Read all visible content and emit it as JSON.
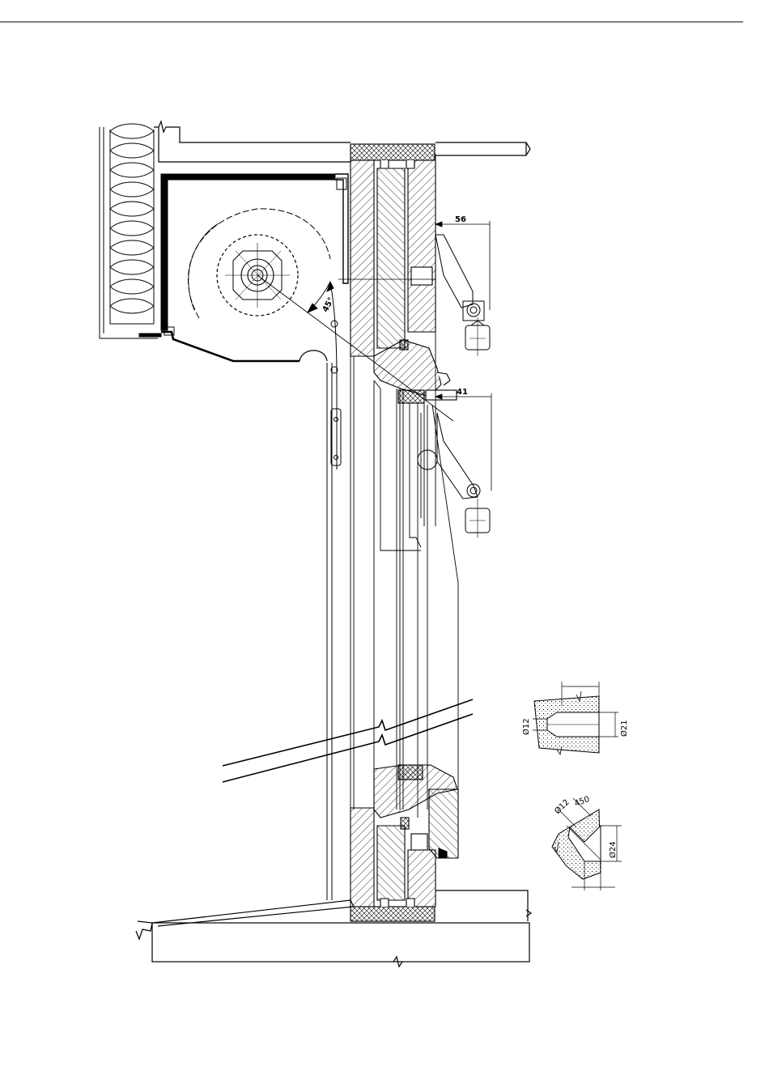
{
  "dimensions": {
    "upper_offset": "56",
    "lower_offset": "41",
    "angle": "45°",
    "dia_12_top": "Ø12",
    "dia_21": "Ø21",
    "dia_12_bottom": "Ø12",
    "angle_450": "450",
    "dia_24": "Ø24"
  },
  "colors": {
    "line": "#000000",
    "fill_light": "#e8e8e8",
    "background": "#ffffff"
  }
}
